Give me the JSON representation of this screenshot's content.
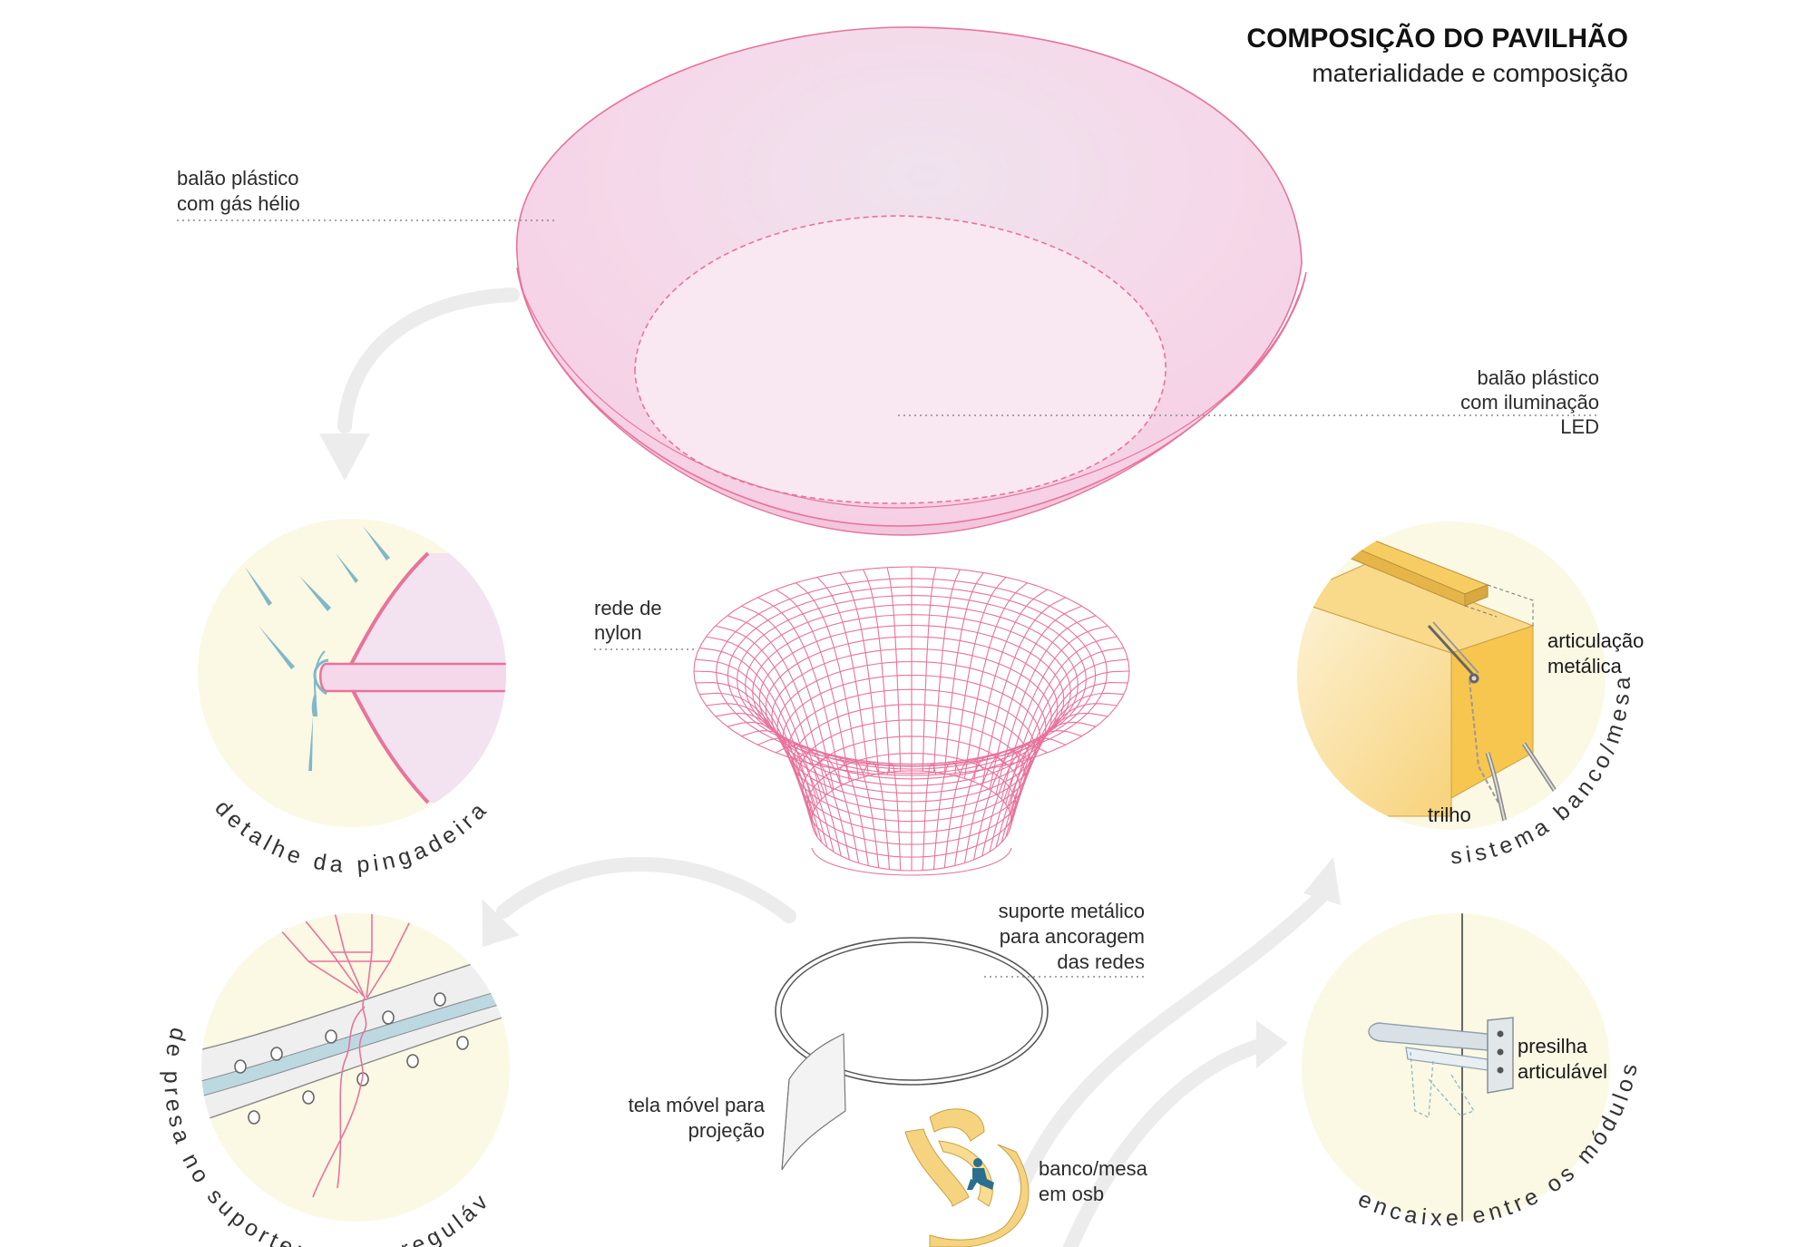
{
  "header": {
    "title": "COMPOSIÇÃO DO PAVILHÃO",
    "subtitle": "materialidade e composição"
  },
  "labels": {
    "helium_balloon": [
      "balão plástico",
      "com gás hélio"
    ],
    "led_balloon": [
      "balão plástico",
      "com iluminação",
      "LED"
    ],
    "nylon_net": [
      "rede de",
      "nylon"
    ],
    "metal_support": [
      "suporte metálico",
      "para ancoragem",
      "das redes"
    ],
    "projection_screen": [
      "tela móvel para",
      "projeção"
    ],
    "bench": [
      "banco/mesa",
      "em osb"
    ]
  },
  "details": {
    "drip": {
      "caption": "detalhe da pingadeira"
    },
    "rope": {
      "caption": "rede presa no suporte: corda regulável"
    },
    "bench_system": {
      "caption": "sistema banco/mesa",
      "hinge_label": [
        "articulação",
        "metálica"
      ],
      "rail_label": "trilho"
    },
    "modules": {
      "caption": "encaixe entre os módulos",
      "clip_label": [
        "presilha",
        "articulável"
      ]
    }
  },
  "colors": {
    "pink_line": "#e8739b",
    "pink_fill": "#f7d5e7",
    "circle_bg": "#fbf8e4",
    "wood": "#f6c64e",
    "water": "#7fb8c9",
    "arrow": "#ececec"
  }
}
